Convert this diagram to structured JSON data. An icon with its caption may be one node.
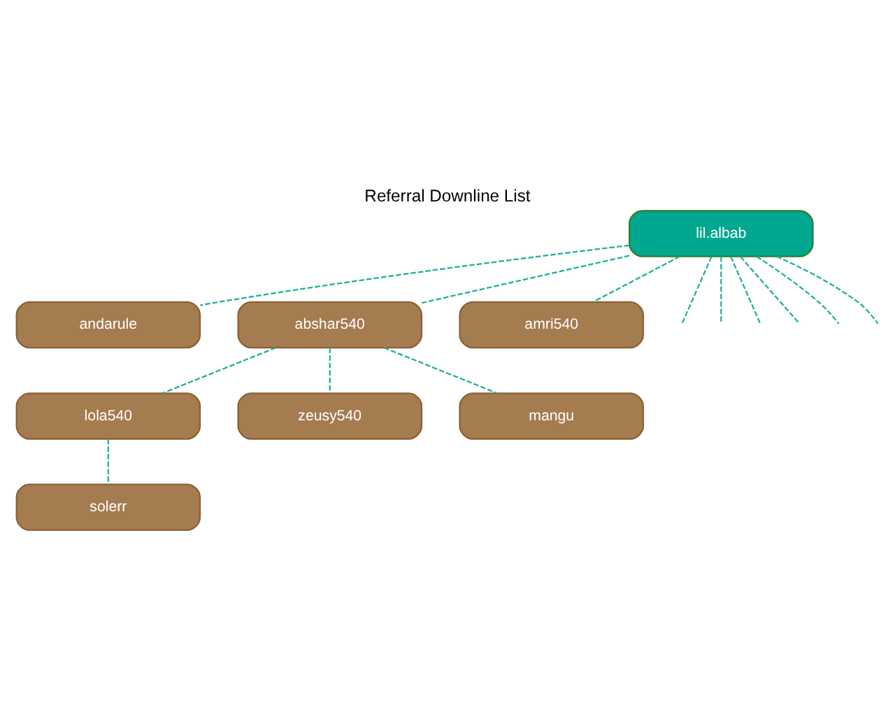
{
  "diagram": {
    "title": "Referral Downline List",
    "nodes": [
      {
        "text": [
          "lil.albab"
        ]
      },
      {
        "text": [
          "andarule"
        ]
      },
      {
        "text": [
          "abshar540"
        ]
      },
      {
        "text": [
          "amri540"
        ]
      },
      {
        "text": [
          "lola540"
        ]
      },
      {
        "text": [
          "zeusy540"
        ]
      },
      {
        "text": [
          "mangu"
        ]
      },
      {
        "text": [
          "solerr"
        ]
      }
    ],
    "edges": [
      {
        "from": 0,
        "to": 1,
        "arrow": "none",
        "style": "dashed"
      },
      {
        "from": 0,
        "to": 2,
        "arrow": "none",
        "style": "dashed"
      },
      {
        "from": 0,
        "to": 3,
        "arrow": "none",
        "style": "dashed"
      },
      {
        "from": 0,
        "to": null,
        "arrow": "none",
        "style": "dashed"
      },
      {
        "from": 0,
        "to": null,
        "arrow": "none",
        "style": "dashed"
      },
      {
        "from": 0,
        "to": null,
        "arrow": "none",
        "style": "dashed"
      },
      {
        "from": 0,
        "to": null,
        "arrow": "none",
        "style": "dashed"
      },
      {
        "from": 0,
        "to": null,
        "arrow": "none",
        "style": "dashed"
      },
      {
        "from": 0,
        "to": null,
        "arrow": "none",
        "style": "dashed"
      },
      {
        "from": 2,
        "to": 4,
        "arrow": "none",
        "style": "dashed"
      },
      {
        "from": 2,
        "to": 5,
        "arrow": "none",
        "style": "dashed"
      },
      {
        "from": 2,
        "to": 6,
        "arrow": "none",
        "style": "dashed"
      },
      {
        "from": 4,
        "to": 7,
        "arrow": "none",
        "style": "dashed"
      }
    ]
  }
}
